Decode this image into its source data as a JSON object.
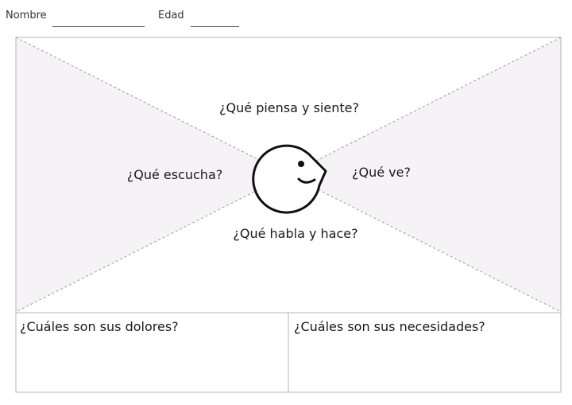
{
  "header": {
    "name_label": "Nombre",
    "age_label": "Edad"
  },
  "map": {
    "think_feel": "¿Qué piensa y siente?",
    "hear": "¿Qué escucha?",
    "see": "¿Qué ve?",
    "say_do": "¿Qué habla y hace?",
    "pains": "¿Cuáles son sus dolores?",
    "needs": "¿Cuáles son sus necesidades?"
  },
  "colors": {
    "side_fill": "#f5f3f6",
    "border": "#b5b5b5",
    "dotted": "#9a9a9a",
    "face_stroke": "#111111"
  }
}
